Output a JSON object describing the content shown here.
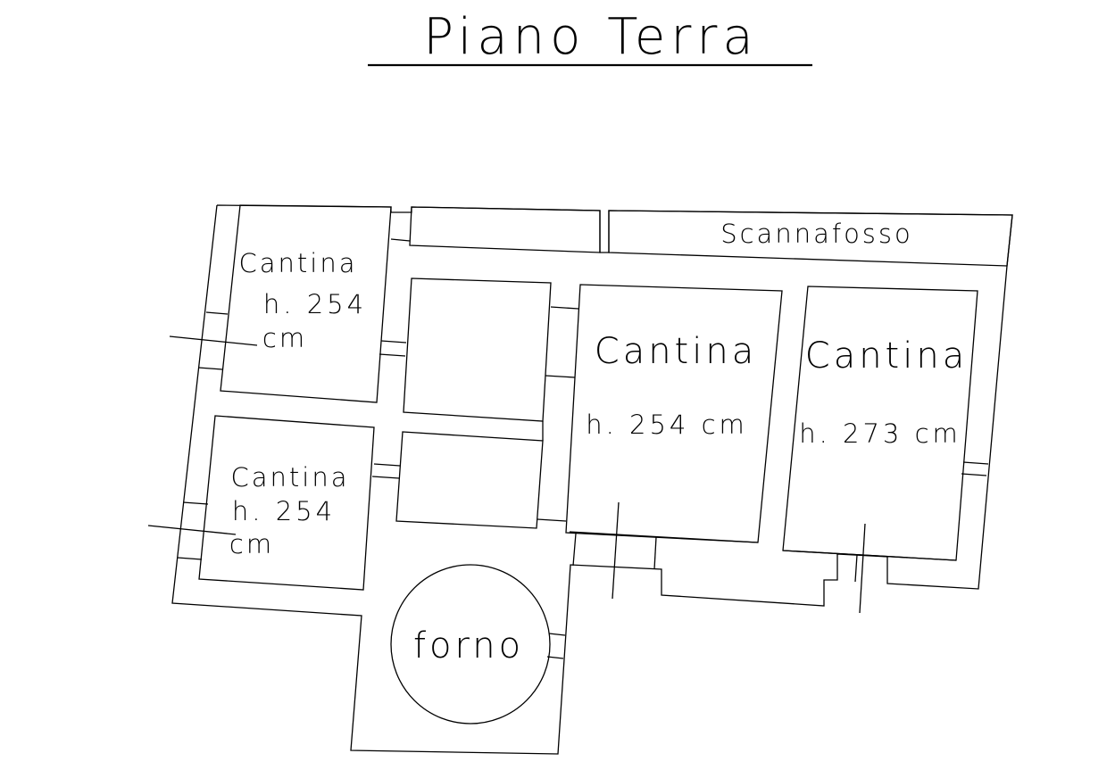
{
  "title": "Piano Terra",
  "rooms": {
    "top_left": {
      "name": "Cantina",
      "height_line1": "h. 254",
      "height_line2": "cm"
    },
    "bottom_left": {
      "name": "Cantina",
      "height_line1": "h. 254",
      "height_line2": "cm"
    },
    "center": {
      "name": "Cantina",
      "height": "h. 254 cm"
    },
    "right": {
      "name": "Cantina",
      "height": "h. 273 cm"
    },
    "oven": {
      "name": "forno"
    },
    "drain": {
      "name": "Scannafosso"
    }
  }
}
